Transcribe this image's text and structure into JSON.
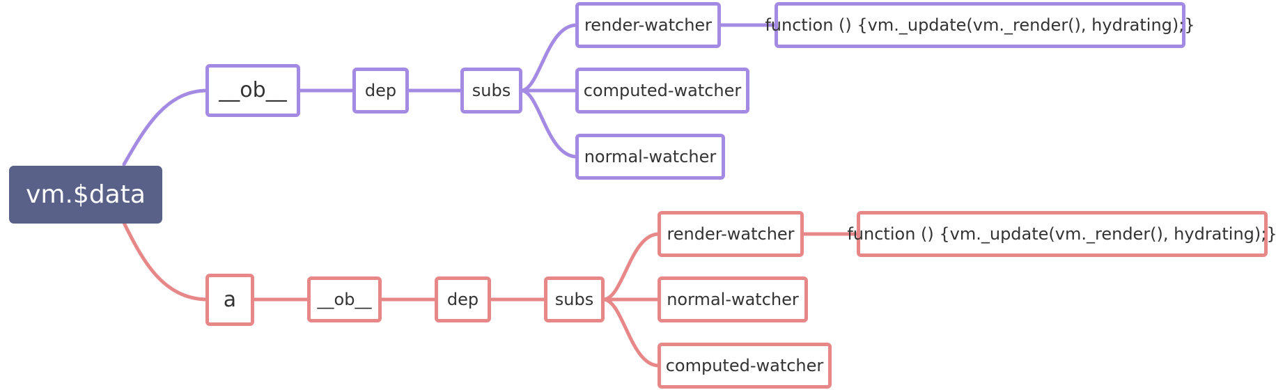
{
  "colors": {
    "root_fill": "#596189",
    "purple_branch": "#a58ae4",
    "red_branch": "#e78787",
    "background": "#ffffff"
  },
  "root": {
    "label": "vm.$data"
  },
  "top_branch": {
    "ob": "__ob__",
    "dep": "dep",
    "subs": "subs",
    "render_watcher": "render-watcher",
    "render_function": "function () {vm._update(vm._render(), hydrating);}",
    "computed_watcher": "computed-watcher",
    "normal_watcher": "normal-watcher"
  },
  "bottom_branch": {
    "prop": "a",
    "ob": "__ob__",
    "dep": "dep",
    "subs": "subs",
    "render_watcher": "render-watcher",
    "render_function": "function () {vm._update(vm._render(), hydrating);}",
    "normal_watcher": "normal-watcher",
    "computed_watcher": "computed-watcher"
  }
}
